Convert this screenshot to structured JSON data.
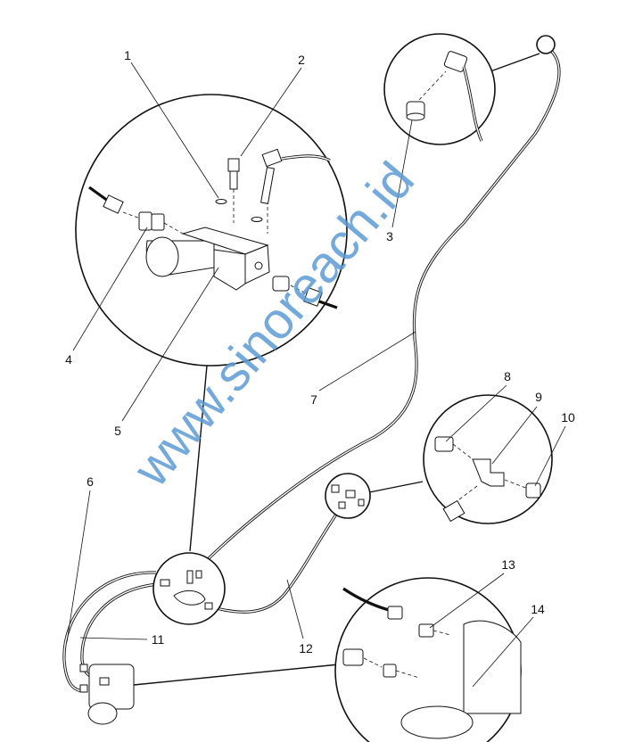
{
  "diagram": {
    "labels": [
      "1",
      "2",
      "3",
      "4",
      "5",
      "6",
      "7",
      "8",
      "9",
      "10",
      "11",
      "12",
      "13",
      "14"
    ],
    "watermark": "www.sinoreach.id",
    "watermark_color": "#5b9bd5"
  }
}
